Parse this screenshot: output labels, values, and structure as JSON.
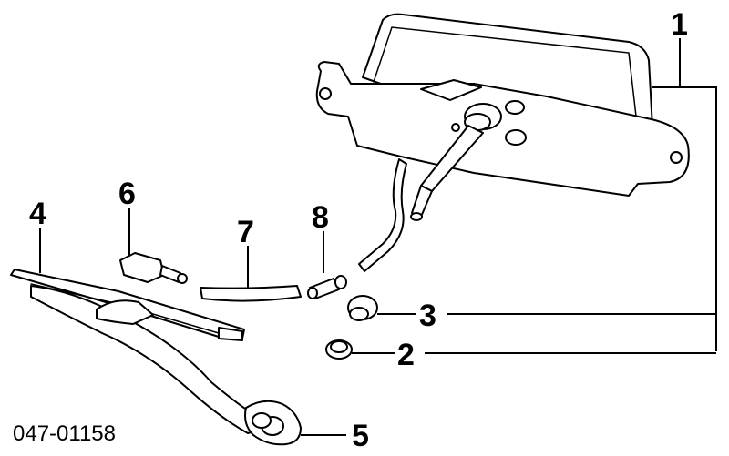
{
  "diagram": {
    "callouts": [
      {
        "id": "1",
        "label": "1",
        "part": "wiper-motor-assembly"
      },
      {
        "id": "2",
        "label": "2",
        "part": "spacer"
      },
      {
        "id": "3",
        "label": "3",
        "part": "grommet"
      },
      {
        "id": "4",
        "label": "4",
        "part": "wiper-blade"
      },
      {
        "id": "5",
        "label": "5",
        "part": "wiper-arm-cap"
      },
      {
        "id": "6",
        "label": "6",
        "part": "washer-nozzle"
      },
      {
        "id": "7",
        "label": "7",
        "part": "washer-hose"
      },
      {
        "id": "8",
        "label": "8",
        "part": "hose-connector"
      }
    ],
    "part_code": "047-01158"
  }
}
